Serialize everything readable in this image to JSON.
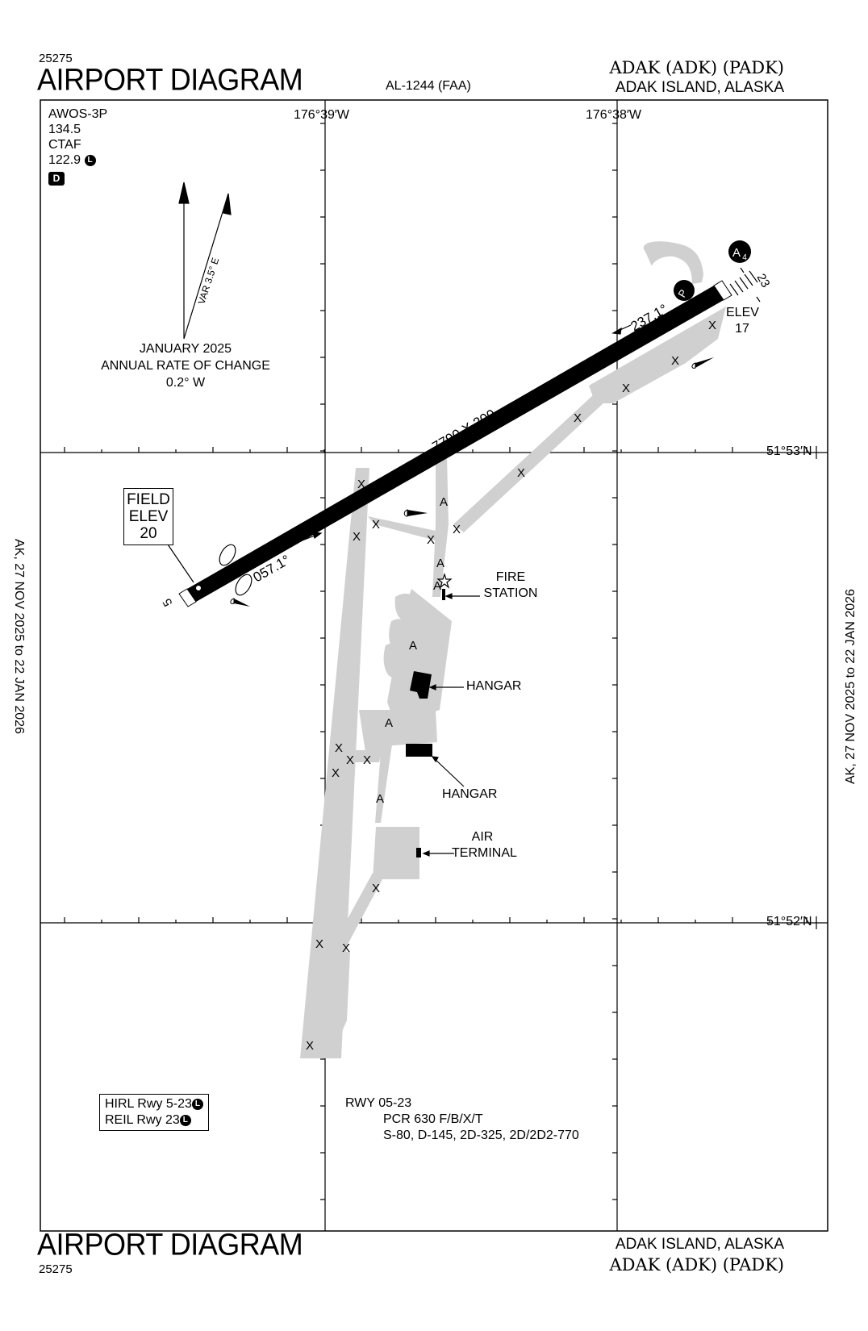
{
  "header": {
    "chart_id": "25275",
    "title": "AIRPORT DIAGRAM",
    "procedure_id": "AL-1244 (FAA)",
    "airport": "ADAK (ADK) (PADK)",
    "location": "ADAK ISLAND, ALASKA"
  },
  "footer": {
    "title": "AIRPORT DIAGRAM",
    "chart_id": "25275",
    "location": "ADAK ISLAND, ALASKA",
    "airport": "ADAK (ADK) (PADK)"
  },
  "side_text": {
    "left": "AK,  27 NOV 2025  to  22 JAN 2026",
    "right": "AK,  27 NOV 2025  to  22 JAN 2026"
  },
  "grid": {
    "lon_left": "176°39′W",
    "lon_right": "176°38′W",
    "lat_top": "51°53′N",
    "lat_bottom": "51°52′N"
  },
  "comms": {
    "awos_label": "AWOS-3P",
    "awos_freq": "134.5",
    "ctaf_label": "CTAF",
    "ctaf_freq": "122.9",
    "lighting_symbol": "L",
    "d_symbol": "D"
  },
  "magnetic": {
    "var_label": "VAR 3.5° E",
    "date": "JANUARY 2025",
    "rate_label": "ANNUAL RATE OF CHANGE",
    "rate_value": "0.2° W"
  },
  "field_elev": {
    "label1": "FIELD",
    "label2": "ELEV",
    "value": "20"
  },
  "runway": {
    "dimensions": "7790 X 200",
    "heading_sw": "057.1°",
    "heading_ne": "237.1°",
    "end_sw": "5",
    "end_ne": "23",
    "elev_label": "ELEV",
    "elev_ne": "17",
    "a4_label": "A",
    "a4_sub": "4",
    "p_symbol": "P"
  },
  "facilities": {
    "fire1": "FIRE",
    "fire2": "STATION",
    "hangar1": "HANGAR",
    "hangar2": "HANGAR",
    "terminal1": "AIR",
    "terminal2": "TERMINAL"
  },
  "lighting": {
    "hirl": "HIRL Rwy 5-23",
    "reil": "REIL Rwy 23",
    "symbol": "L"
  },
  "runway_info": {
    "rwy": "RWY 05-23",
    "pcr": "PCR 630 F/B/X/T",
    "weights": "S-80, D-145, 2D-325, 2D/2D2-770"
  },
  "markers": {
    "x": "X",
    "a": "A"
  }
}
